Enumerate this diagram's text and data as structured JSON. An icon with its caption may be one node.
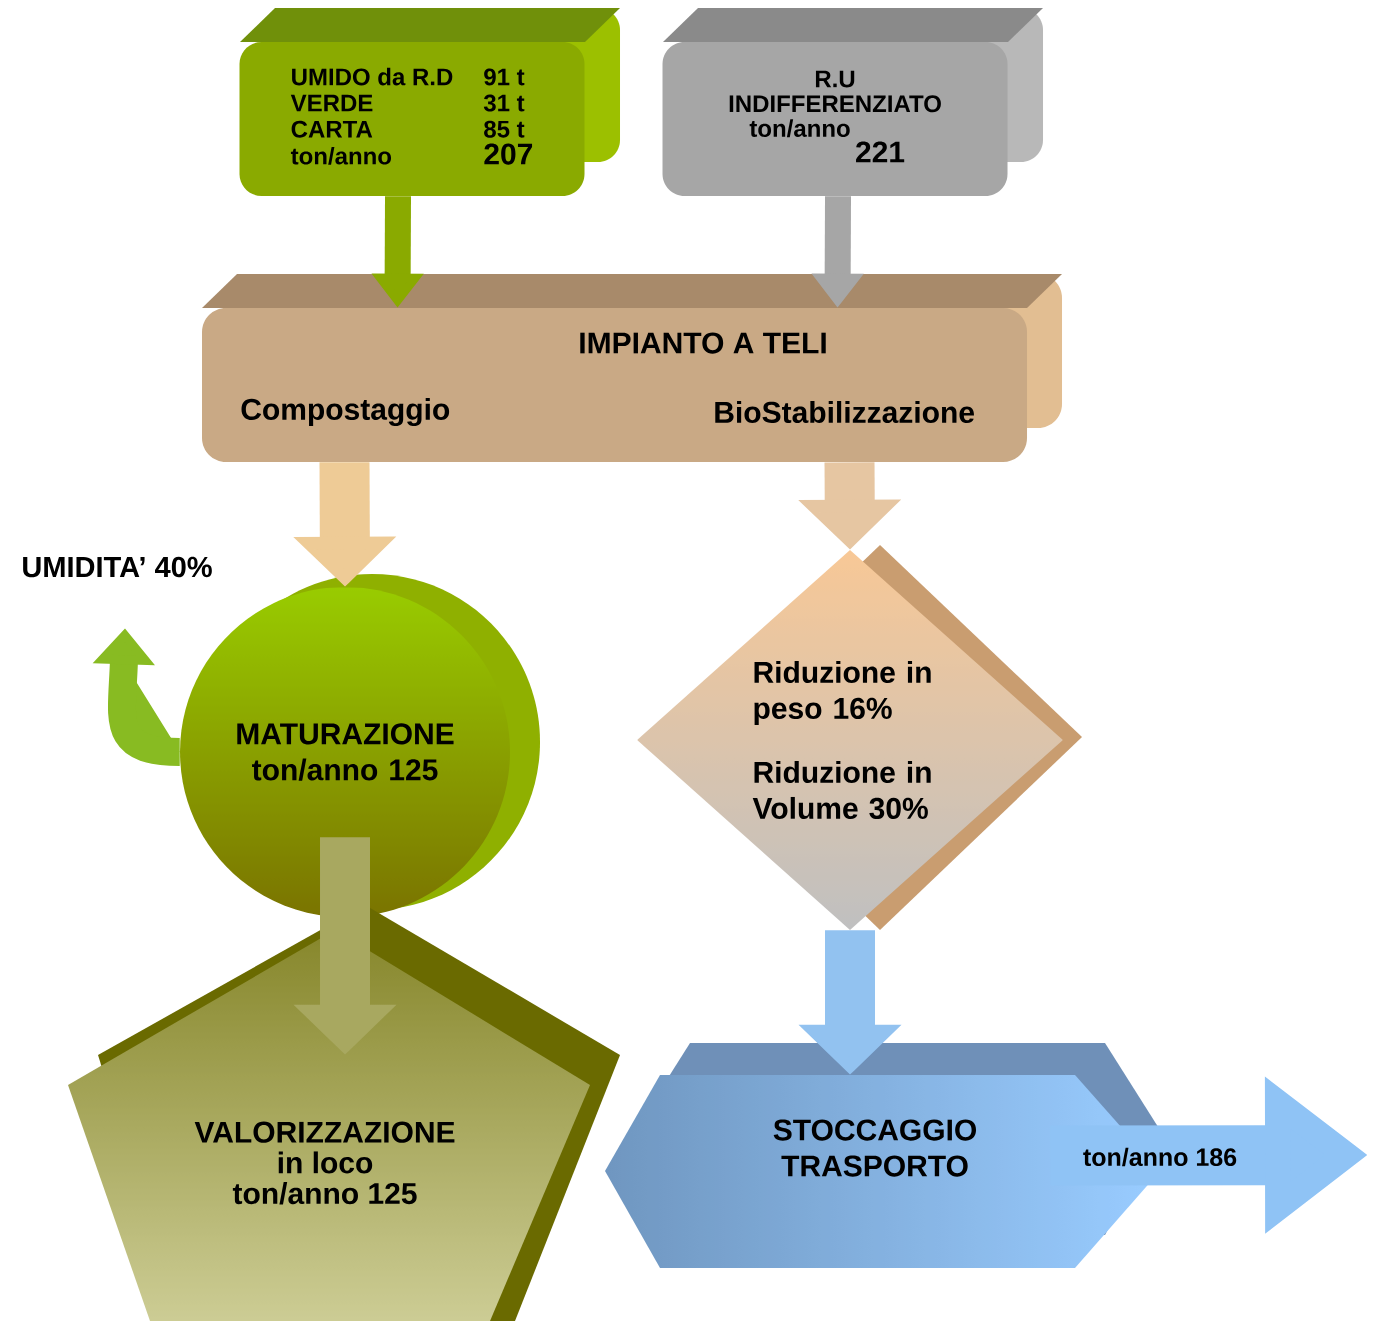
{
  "diagram": {
    "nodes": [
      {
        "text": [
          "UMIDO da R.D",
          "91 t",
          "VERDE",
          "31 t",
          "CARTA",
          "85 t",
          "ton/anno",
          "207"
        ]
      },
      {
        "text": [
          "R.U",
          "INDIFFERENZIATO",
          "ton/anno",
          "221"
        ]
      },
      {
        "text": [
          "IMPIANTO A TELI",
          "Compostaggio",
          "BioStabilizzazione"
        ]
      },
      {
        "text": [
          "MATURAZIONE ton/anno 125"
        ]
      },
      {
        "text": [
          "Riduzione in peso 16%",
          "Riduzione in Volume 30%"
        ]
      },
      {
        "text": [
          "VALORIZZAZIONE",
          "in loco",
          "ton/anno 125"
        ]
      },
      {
        "text": [
          "STOCCAGGIO TRASPORTO"
        ]
      },
      {
        "text": [
          "UMIDITA’ 40%"
        ]
      }
    ],
    "edges": [
      {
        "from": 0,
        "to": 2,
        "arrow": "to",
        "color": "#8aaa00"
      },
      {
        "from": 1,
        "to": 2,
        "arrow": "to",
        "color": "#a6a6a6"
      },
      {
        "from": 2,
        "to": 3,
        "arrow": "to",
        "color": "#eecb96"
      },
      {
        "from": 2,
        "to": 4,
        "arrow": "to",
        "color": "#e6c6a2"
      },
      {
        "from": 3,
        "to": 5,
        "arrow": "to",
        "color": "#a8a860"
      },
      {
        "from": 4,
        "to": 6,
        "arrow": "to",
        "color": "#92c2f0"
      },
      {
        "from": 3,
        "to": 7,
        "arrow": "to",
        "color": "#88bb22"
      },
      {
        "from": 6,
        "to": null,
        "arrow": "to",
        "color": "#8fc3f5",
        "label": "ton/anno 186"
      }
    ]
  }
}
